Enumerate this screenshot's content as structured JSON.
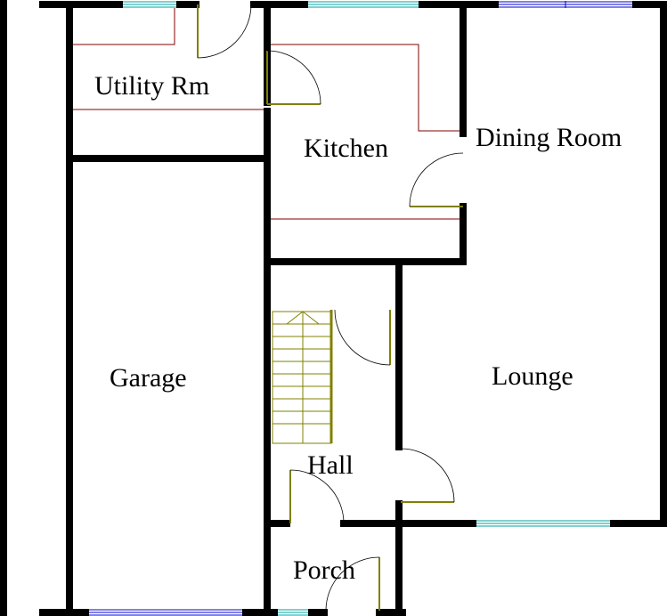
{
  "rooms": {
    "utility": "Utility Rm",
    "kitchen": "Kitchen",
    "dining": "Dining Room",
    "garage": "Garage",
    "lounge": "Lounge",
    "hall": "Hall",
    "porch": "Porch"
  },
  "colors": {
    "wall": "#000000",
    "door": "#808000",
    "window": "#00a0a0",
    "partition": "#800000",
    "stairs": "#808000"
  }
}
